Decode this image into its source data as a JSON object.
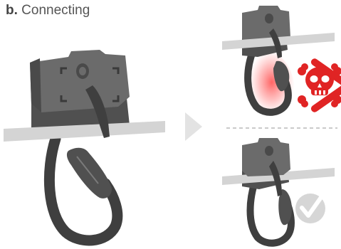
{
  "heading": {
    "label": "b.",
    "text": "Connecting"
  },
  "colors": {
    "device_body": "#6b6b6b",
    "device_dark": "#3f3f3f",
    "device_shadow": "#505050",
    "rope": "#d4d4d4",
    "arrow": "#e3e3e3",
    "danger": "#e02424",
    "ok": "#d6d6d6",
    "divider": "#aaaaaa"
  },
  "panels": {
    "main": {
      "icon": "belay-device-icon"
    },
    "wrong": {
      "status": "danger",
      "icon": "skull-crossbones-icon"
    },
    "right": {
      "status": "correct",
      "icon": "checkmark-icon"
    }
  }
}
